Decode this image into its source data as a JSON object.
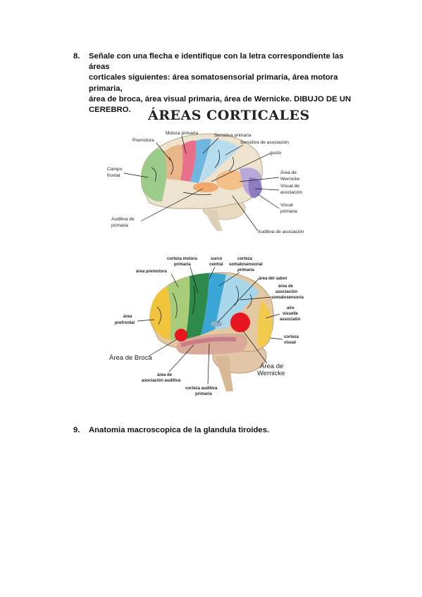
{
  "q8": {
    "number": "8.",
    "lines": [
      "Señale con una flecha e identifique con la letra correspondiente las áreas",
      "corticales siguientes: área somatosensorial primaria, área motora primaria,",
      "área de broca, área visual primaria, área de Wernicke. DIBUJO DE UN",
      "CEREBRO."
    ]
  },
  "figure1": {
    "title": "ÁREAS CORTICALES",
    "labels": {
      "motora": "Motora primaria",
      "sensitiva": "Sensitiva primaria",
      "premotora": "Premotora",
      "sens_asoc": "Sensitiva de asociación",
      "gusto": "gusto",
      "campo1": "Campo",
      "campo2": "frontal",
      "wern1": "Área de",
      "wern2": "Wernicke",
      "visasoc1": "Visual de",
      "visasoc2": "asociación",
      "visual1": "Visual",
      "visual2": "primaria",
      "audit1": "Auditiva de",
      "audit2": "primaria",
      "audasoc": "Auditiva de asociación"
    }
  },
  "figure2": {
    "labels": {
      "motora1": "corteza motora",
      "motora2": "primaria",
      "surco1": "surco",
      "surco2": "central",
      "soma1": "corteza",
      "soma2": "somatosensorial",
      "soma3": "primaria",
      "premotora": "área premotora",
      "sabor": "área del sabor",
      "asoc1": "área de",
      "asoc2": "asociación",
      "asoc3": "somatosensoria",
      "prefr1": "área",
      "prefr2": "prefrontal",
      "avis1": "aire",
      "avis2": "visuelle",
      "avis3": "associatio",
      "cort1": "corteza",
      "cort2": "visual",
      "broca": "Área de Broca",
      "wern1": "Área de",
      "wern2": "Wernicke",
      "aud1": "área de",
      "aud2": "asociación auditiva",
      "caud1": "corteza auditiva",
      "caud2": "primaria"
    }
  },
  "q9": {
    "number": "9.",
    "text": "Anatomia macroscopica de la glandula tiroides."
  }
}
